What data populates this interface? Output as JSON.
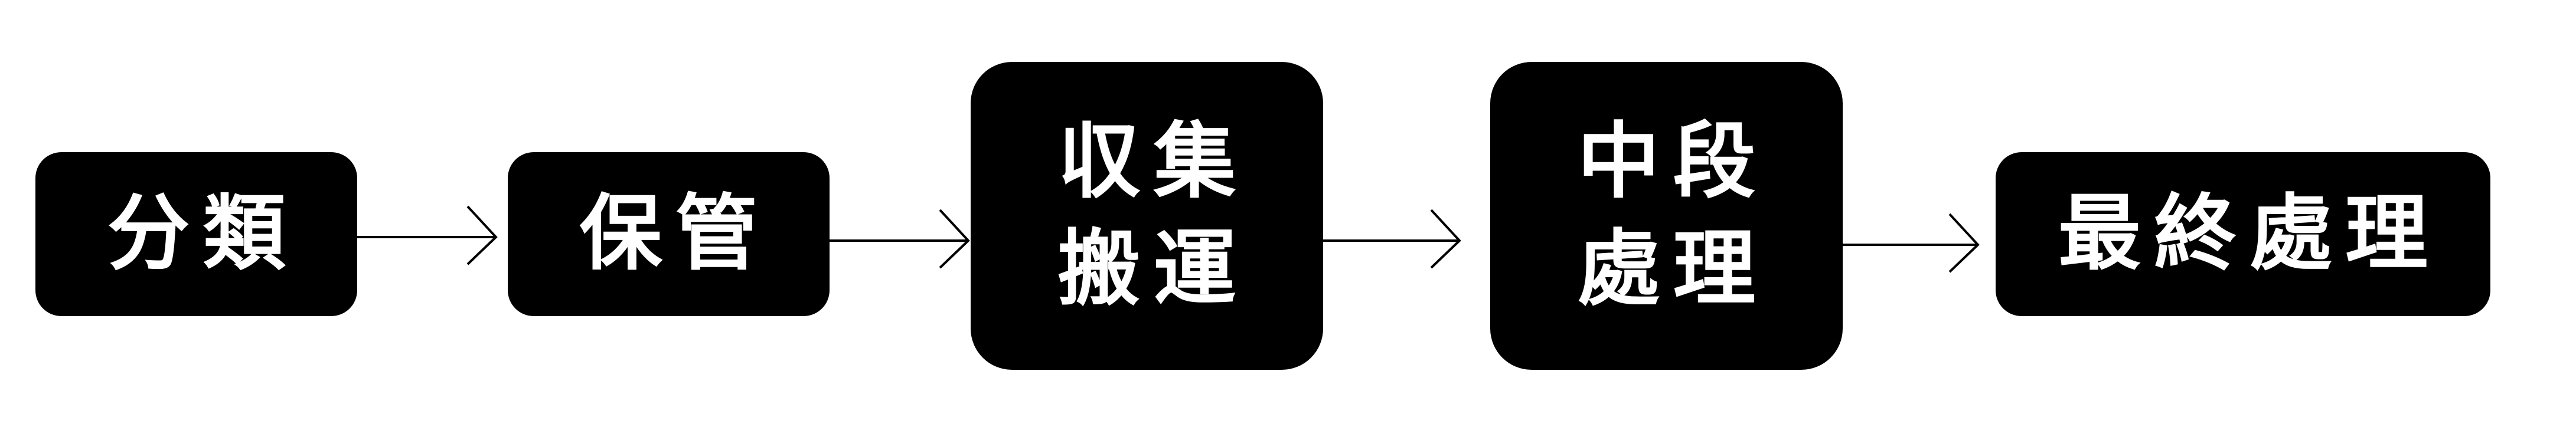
{
  "steps": [
    {
      "label": "分類"
    },
    {
      "label": "保管"
    },
    {
      "label": "収集\n搬運"
    },
    {
      "label": "中段\n處理"
    },
    {
      "label": "最終處理"
    }
  ],
  "colors": {
    "box_fill": "#000000",
    "box_text": "#ffffff",
    "arrow": "#000000",
    "background": "#ffffff"
  }
}
